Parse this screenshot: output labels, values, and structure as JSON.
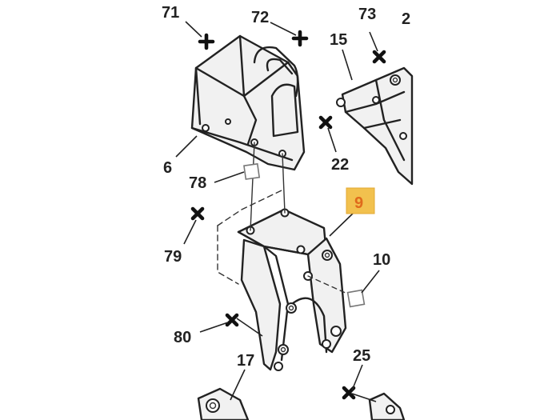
{
  "labels": {
    "p71": "71",
    "p72": "72",
    "p73": "73",
    "p15": "15",
    "p6": "6",
    "p22": "22",
    "p78": "78",
    "p9": "9",
    "p79": "79",
    "p10": "10",
    "p80": "80",
    "p17": "17",
    "p25": "25",
    "p2": "2"
  },
  "highlight": {
    "part": "9",
    "color": "#f2c14e",
    "text_color": "#e06a1b"
  },
  "icons": {
    "fastener": "cross-marker-icon",
    "bolt": "square-bolt-icon"
  }
}
